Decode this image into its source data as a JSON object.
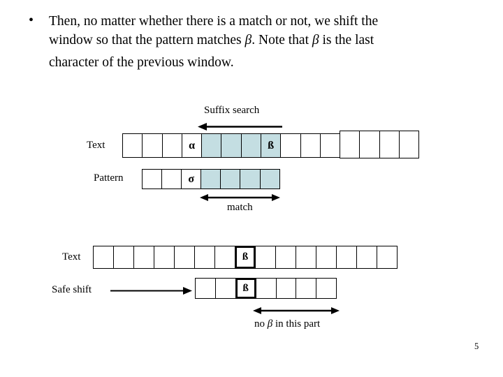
{
  "slide": {
    "page_number": "5",
    "colors": {
      "shaded_cell": "#c4dee2",
      "line": "#000000",
      "background": "#ffffff"
    },
    "bullet": {
      "marker": "•",
      "lines": [
        {
          "parts": [
            {
              "t": "Then, no matter whether there is a match or not, we shift the"
            }
          ]
        },
        {
          "parts": [
            {
              "t": "window so that the pattern matches "
            },
            {
              "t": "β",
              "i": true
            },
            {
              "t": ".  Note that "
            },
            {
              "t": "β",
              "i": true
            },
            {
              "t": " is the last"
            }
          ]
        },
        {
          "parts": [
            {
              "t": "character of the previous window."
            }
          ]
        }
      ]
    },
    "diagram1": {
      "suffix_search_label": "Suffix search",
      "text_label": "Text",
      "pattern_label": "Pattern",
      "match_label": "match",
      "text_row_cells": [
        {
          "t": ""
        },
        {
          "t": ""
        },
        {
          "t": ""
        },
        {
          "t": "α"
        },
        {
          "t": "",
          "s": true
        },
        {
          "t": "",
          "s": true
        },
        {
          "t": "",
          "s": true
        },
        {
          "t": "ß",
          "s": true
        },
        {
          "t": ""
        },
        {
          "t": ""
        },
        {
          "t": ""
        }
      ],
      "text_row_extra_cells": [
        {
          "t": ""
        },
        {
          "t": ""
        },
        {
          "t": ""
        },
        {
          "t": ""
        }
      ],
      "pattern_row_cells": [
        {
          "t": ""
        },
        {
          "t": ""
        },
        {
          "t": "σ"
        },
        {
          "t": "",
          "s": true
        },
        {
          "t": "",
          "s": true
        },
        {
          "t": "",
          "s": true
        },
        {
          "t": "",
          "s": true
        }
      ]
    },
    "diagram2": {
      "text_label": "Text",
      "safe_shift_label": "Safe shift",
      "text_row_cells": [
        {
          "t": ""
        },
        {
          "t": ""
        },
        {
          "t": ""
        },
        {
          "t": ""
        },
        {
          "t": ""
        },
        {
          "t": ""
        },
        {
          "t": ""
        },
        {
          "t": "ß",
          "k": true
        },
        {
          "t": ""
        },
        {
          "t": ""
        },
        {
          "t": ""
        },
        {
          "t": ""
        },
        {
          "t": ""
        },
        {
          "t": ""
        },
        {
          "t": ""
        }
      ],
      "shift_row_cells": [
        {
          "t": ""
        },
        {
          "t": ""
        },
        {
          "t": "ß",
          "k": true
        },
        {
          "t": ""
        },
        {
          "t": ""
        },
        {
          "t": ""
        },
        {
          "t": ""
        }
      ],
      "no_beta_parts": [
        {
          "t": "no "
        },
        {
          "t": "β",
          "i": true
        },
        {
          "t": " in this part"
        }
      ]
    }
  }
}
